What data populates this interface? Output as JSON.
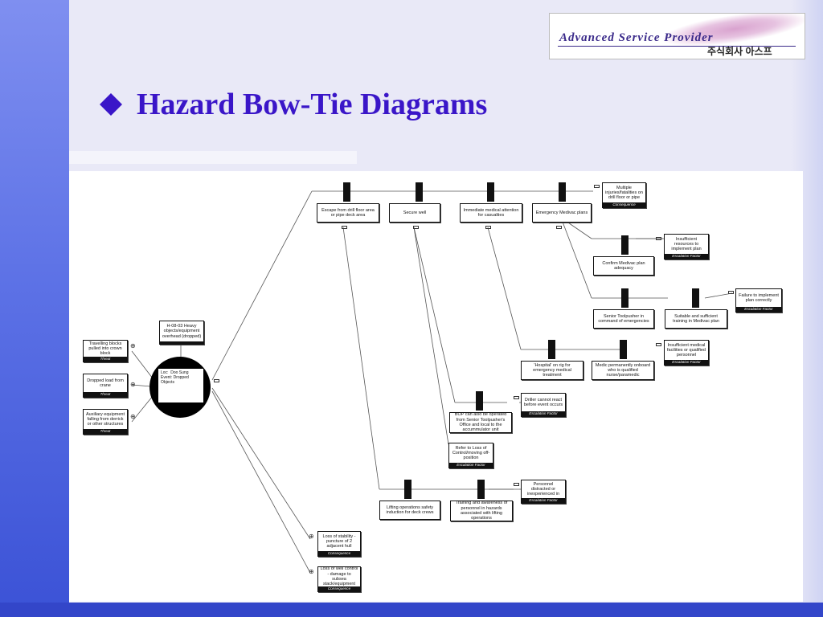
{
  "slide": {
    "title": "Hazard Bow-Tie Diagrams",
    "bullet_color": "#3a16c8",
    "background_color": "#e9e9f7",
    "band_color": "#3b52d6"
  },
  "logo": {
    "english": "Advanced Service Provider",
    "korean": "주식회사 아스프"
  },
  "diagram": {
    "hazard": "H-08-03 Heavy objects/equipment overhead (dropped)",
    "top_event": {
      "loc": "Loc:",
      "loc_value": "Doo Sung",
      "event": "Event:",
      "event_value": "Dropped Objects"
    },
    "threats": [
      {
        "text": "Travelling blocks pulled into crown block",
        "tag": "Threat"
      },
      {
        "text": "Dropped load from crane",
        "tag": "Threat"
      },
      {
        "text": "Auxiliary equipment falling from derrick or other structures",
        "tag": "Threat"
      }
    ],
    "barriers": [
      {
        "id": "b1",
        "text": "Escape from drill floor area or pipe deck area"
      },
      {
        "id": "b2",
        "text": "Secure well"
      },
      {
        "id": "b3",
        "text": "Immediate medical attention for casualties"
      },
      {
        "id": "b4",
        "text": "Emergency Medivac plans"
      },
      {
        "id": "b5",
        "text": "Confirm Medivac plan adequacy"
      },
      {
        "id": "b6",
        "text": "Senior Toolpusher in command of emergencies"
      },
      {
        "id": "b7",
        "text": "Suitable and sufficient training in Medivac plan"
      },
      {
        "id": "b8",
        "text": "'Hospital' on rig for emergency medical treatment"
      },
      {
        "id": "b9",
        "text": "Medic permanently onboard who is qualified nurse/paramedic"
      },
      {
        "id": "b10",
        "text": "BOP can also be operated from Senior Toolpusher's Office and local to the accummulator unit"
      },
      {
        "id": "b11",
        "text": "Refer to Loss of Control/moving off-position"
      },
      {
        "id": "b12",
        "text": "Lifting operations safety induction for deck crews"
      },
      {
        "id": "b13",
        "text": "Training and awareness of personnel in hazards associated with lifting operations"
      }
    ],
    "escalation_factors": [
      {
        "text": "Insufficient resources to implement plan",
        "tag": "Escalation Factor"
      },
      {
        "text": "Failure to implement plan correctly",
        "tag": "Escalation Factor"
      },
      {
        "text": "Insufficient medical facilities or qualified personnel",
        "tag": "Escalation Factor"
      },
      {
        "text": "Driller cannot react before event occurs",
        "tag": "Escalation Factor"
      },
      {
        "text": "Personnel distracted or inexperienced in",
        "tag": "Escalation Factor"
      },
      {
        "text": "Refer to Loss of Control/moving off-position",
        "tag": "Escalation Factor"
      }
    ],
    "consequences": [
      {
        "text": "Multiple injuries/fatalities on drill floor or pipe",
        "tag": "Consequence"
      },
      {
        "text": "Loss of stability - puncture of 2 adjacent hull",
        "tag": "Consequence"
      },
      {
        "text": "Loss of well control - damage to subsea stack/equipment",
        "tag": "Consequence"
      }
    ]
  }
}
